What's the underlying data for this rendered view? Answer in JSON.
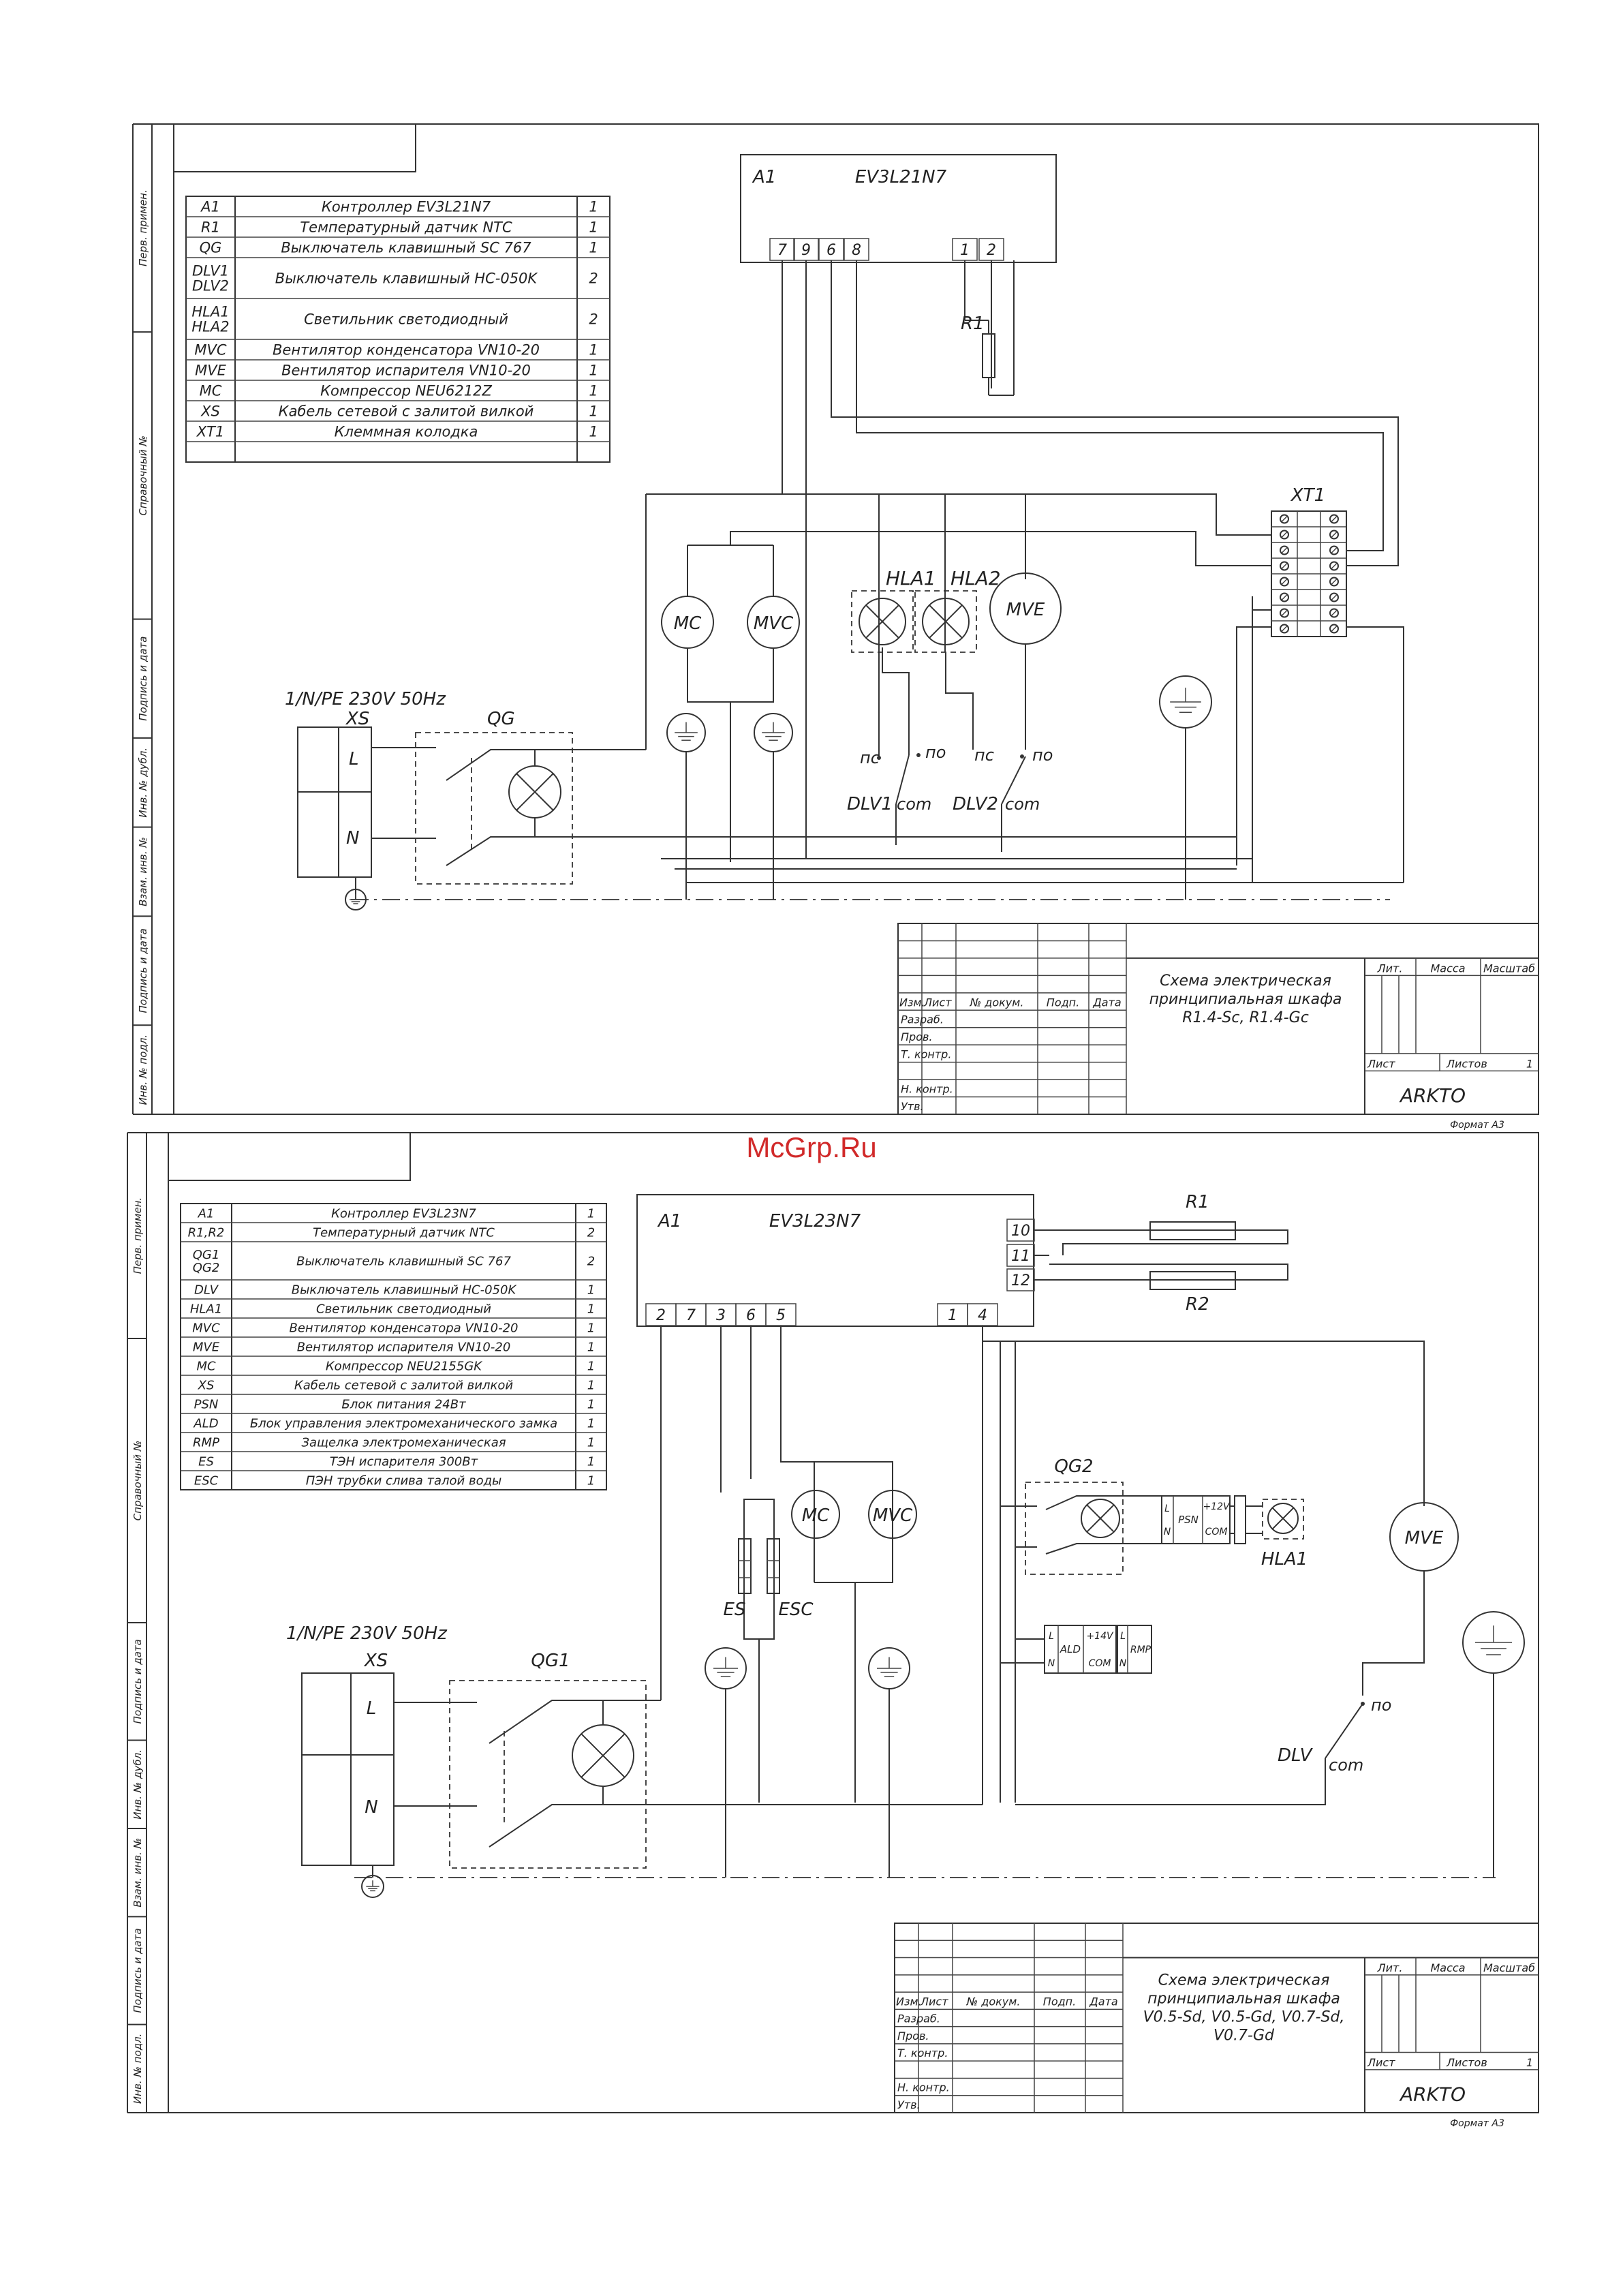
{
  "watermark": "McGrp.Ru",
  "side_labels": [
    "Перв. примен.",
    "Справочный №",
    "Подпись и дата",
    "Инв. № дубл.",
    "Взам. инв. №",
    "Подпись и дата",
    "Инв. № подл."
  ],
  "stamp_headers": {
    "izm": "Изм.",
    "list": "Лист",
    "doc": "№ докум.",
    "podp": "Подп.",
    "data": "Дата"
  },
  "stamp_roles": [
    "Разраб.",
    "Пров.",
    "Т. контр.",
    "",
    "Н. контр.",
    "Утв."
  ],
  "stamp_meta": {
    "lit": "Лит.",
    "massa": "Масса",
    "masshtab": "Масштаб",
    "list": "Лист",
    "listov": "Листов",
    "listov_value": "1",
    "company": "ARKTO"
  },
  "format_label": "Формат А3",
  "sheet1": {
    "bom": [
      {
        "ref": "A1",
        "name": "Контроллер EV3L21N7",
        "qty": "1"
      },
      {
        "ref": "R1",
        "name": "Температурный датчик NTC",
        "qty": "1"
      },
      {
        "ref": "QG",
        "name": "Выключатель клавишный SC 767",
        "qty": "1"
      },
      {
        "ref": "DLV1\nDLV2",
        "name": "Выключатель клавишный HC-050K",
        "qty": "2"
      },
      {
        "ref": "HLA1\nHLA2",
        "name": "Светильник светодиодный",
        "qty": "2"
      },
      {
        "ref": "MVC",
        "name": "Вентилятор конденсатора VN10-20",
        "qty": "1"
      },
      {
        "ref": "MVE",
        "name": "Вентилятор испарителя VN10-20",
        "qty": "1"
      },
      {
        "ref": "MC",
        "name": "Компрессор NEU6212Z",
        "qty": "1"
      },
      {
        "ref": "XS",
        "name": "Кабель сетевой с залитой вилкой",
        "qty": "1"
      },
      {
        "ref": "XT1",
        "name": "Клеммная колодка",
        "qty": "1"
      },
      {
        "ref": "",
        "name": "",
        "qty": ""
      }
    ],
    "controller_ref": "A1",
    "controller_model": "EV3L21N7",
    "controller_terms": [
      "7",
      "9",
      "6",
      "8",
      "1",
      "2"
    ],
    "supply": "1/N/PE 230V 50Hz",
    "labels": {
      "xs": "XS",
      "qg": "QG",
      "l": "L",
      "n": "N",
      "r1": "R1",
      "xt1": "XT1",
      "mc": "MC",
      "mvc": "MVC",
      "mve": "MVE",
      "hla1": "HLA1",
      "hla2": "HLA2",
      "dlv1": "DLV1",
      "dlv2": "DLV2",
      "nc": "пс",
      "no": "по",
      "com": "com"
    },
    "title": [
      "Схема электрическая",
      "принципиальная шкафа",
      "R1.4-Sc, R1.4-Gc"
    ]
  },
  "sheet2": {
    "bom": [
      {
        "ref": "A1",
        "name": "Контроллер EV3L23N7",
        "qty": "1"
      },
      {
        "ref": "R1,R2",
        "name": "Температурный датчик NTC",
        "qty": "2"
      },
      {
        "ref": "QG1\nQG2",
        "name": "Выключатель клавишный SC 767",
        "qty": "2"
      },
      {
        "ref": "DLV",
        "name": "Выключатель клавишный HC-050K",
        "qty": "1"
      },
      {
        "ref": "HLA1",
        "name": "Светильник светодиодный",
        "qty": "1"
      },
      {
        "ref": "MVC",
        "name": "Вентилятор конденсатора VN10-20",
        "qty": "1"
      },
      {
        "ref": "MVE",
        "name": "Вентилятор испарителя VN10-20",
        "qty": "1"
      },
      {
        "ref": "MC",
        "name": "Компрессор NEU2155GK",
        "qty": "1"
      },
      {
        "ref": "XS",
        "name": "Кабель сетевой с залитой вилкой",
        "qty": "1"
      },
      {
        "ref": "PSN",
        "name": "Блок питания 24Вт",
        "qty": "1"
      },
      {
        "ref": "ALD",
        "name": "Блок управления электромеханического замка",
        "qty": "1"
      },
      {
        "ref": "RMP",
        "name": "Защелка электромеханическая",
        "qty": "1"
      },
      {
        "ref": "ES",
        "name": "ТЭН испарителя 300Вт",
        "qty": "1"
      },
      {
        "ref": "ESC",
        "name": "ПЭН трубки слива талой воды",
        "qty": "1"
      }
    ],
    "controller_ref": "A1",
    "controller_model": "EV3L23N7",
    "controller_terms": [
      "2",
      "7",
      "3",
      "6",
      "5",
      "1",
      "4"
    ],
    "sensor_terms": [
      "10",
      "11",
      "12"
    ],
    "supply": "1/N/PE 230V 50Hz",
    "labels": {
      "xs": "XS",
      "qg1": "QG1",
      "qg2": "QG2",
      "l": "L",
      "n": "N",
      "r1": "R1",
      "r2": "R2",
      "mc": "MC",
      "mvc": "MVC",
      "mve": "MVE",
      "es": "ES",
      "esc": "ESC",
      "hla1": "HLA1",
      "dlv": "DLV",
      "no": "по",
      "com": "com",
      "psn": "PSN",
      "ald": "ALD",
      "rmp": "RMP",
      "v12": "+12V",
      "v14": "+14V",
      "pcom": "COM",
      "pl": "L",
      "pn": "N"
    },
    "title": [
      "Схема электрическая",
      "принципиальная шкафа",
      "V0.5-Sd, V0.5-Gd, V0.7-Sd,",
      "V0.7-Gd"
    ]
  }
}
